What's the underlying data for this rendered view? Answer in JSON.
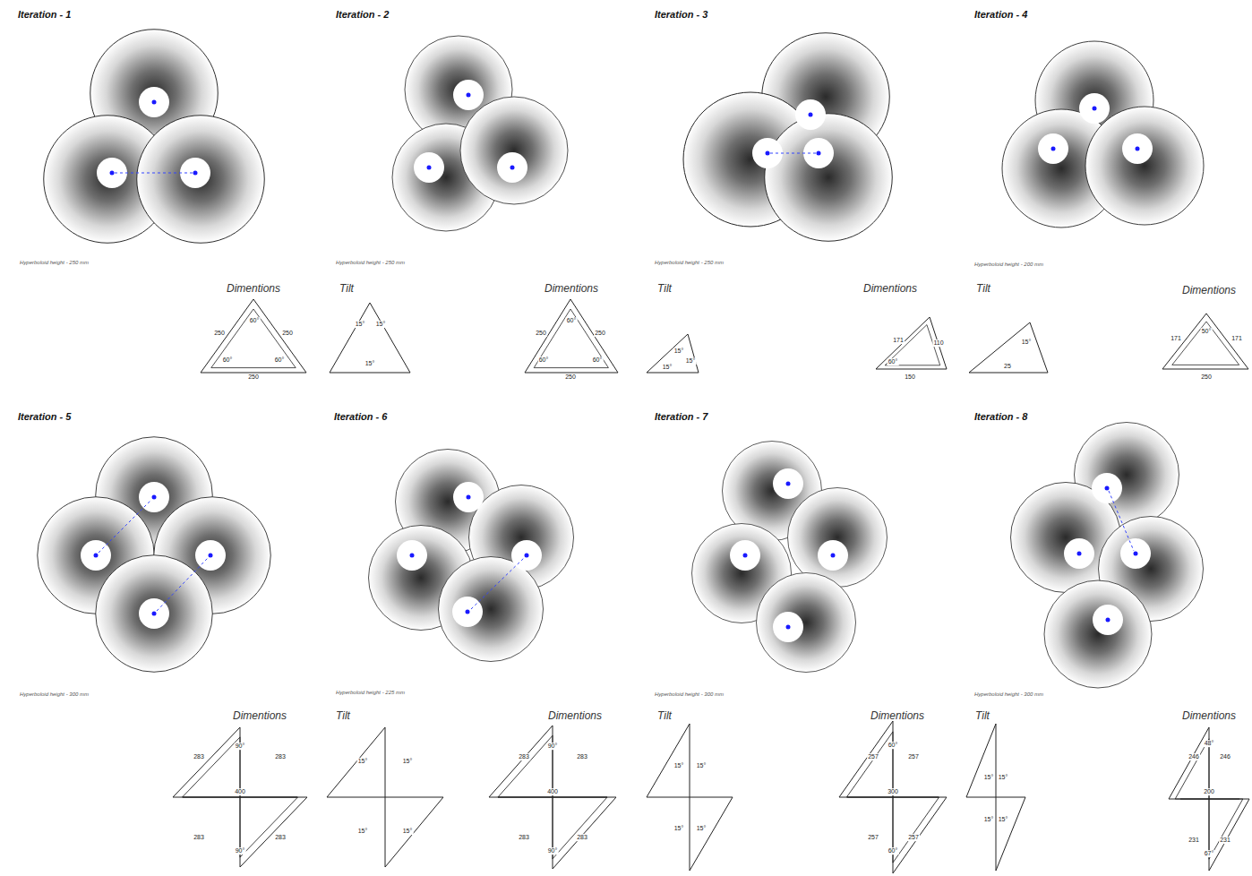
{
  "diagram": {
    "labels": [
      "Iteration - 1",
      "Iteration - 2",
      "Iteration - 3",
      "Iteration - 4",
      "Iteration - 5",
      "Iteration - 6",
      "Iteration - 7",
      "Iteration - 8",
      "Hyperboloid height - 250 mm",
      "Hyperboloid height - 250 mm",
      "Hyperboloid height - 250 mm",
      "Hyperboloid height - 200 mm",
      "Hyperboloid height - 300 mm",
      "Hyperboloid height - 225 mm",
      "Hyperboloid height - 300 mm",
      "Hyperboloid height - 300 mm",
      "Dimentions",
      "Tilt",
      "Dimentions",
      "Tilt",
      "Dimentions",
      "Tilt",
      "Dimentions",
      "Dimentions",
      "Tilt",
      "Dimentions",
      "Tilt",
      "Dimentions",
      "Tilt",
      "Dimentions",
      "250",
      "250",
      "60°",
      "60°",
      "60°",
      "250",
      "15°",
      "15°",
      "15°",
      "250",
      "250",
      "60°",
      "60°",
      "60°",
      "250",
      "15°",
      "15°",
      "15°",
      "171",
      "110",
      "60°",
      "150",
      "15°",
      "25",
      "171",
      "171",
      "50°",
      "250",
      "283",
      "283",
      "90°",
      "400",
      "283",
      "283",
      "90°",
      "15°",
      "15°",
      "15°",
      "15°",
      "283",
      "283",
      "90°",
      "400",
      "283",
      "283",
      "90°",
      "15°",
      "15°",
      "15°",
      "15°",
      "257",
      "257",
      "60°",
      "300",
      "257",
      "257",
      "60°",
      "15°",
      "15°",
      "15°",
      "15°",
      "246",
      "246",
      "48°",
      "200",
      "231",
      "231",
      "67°"
    ]
  }
}
